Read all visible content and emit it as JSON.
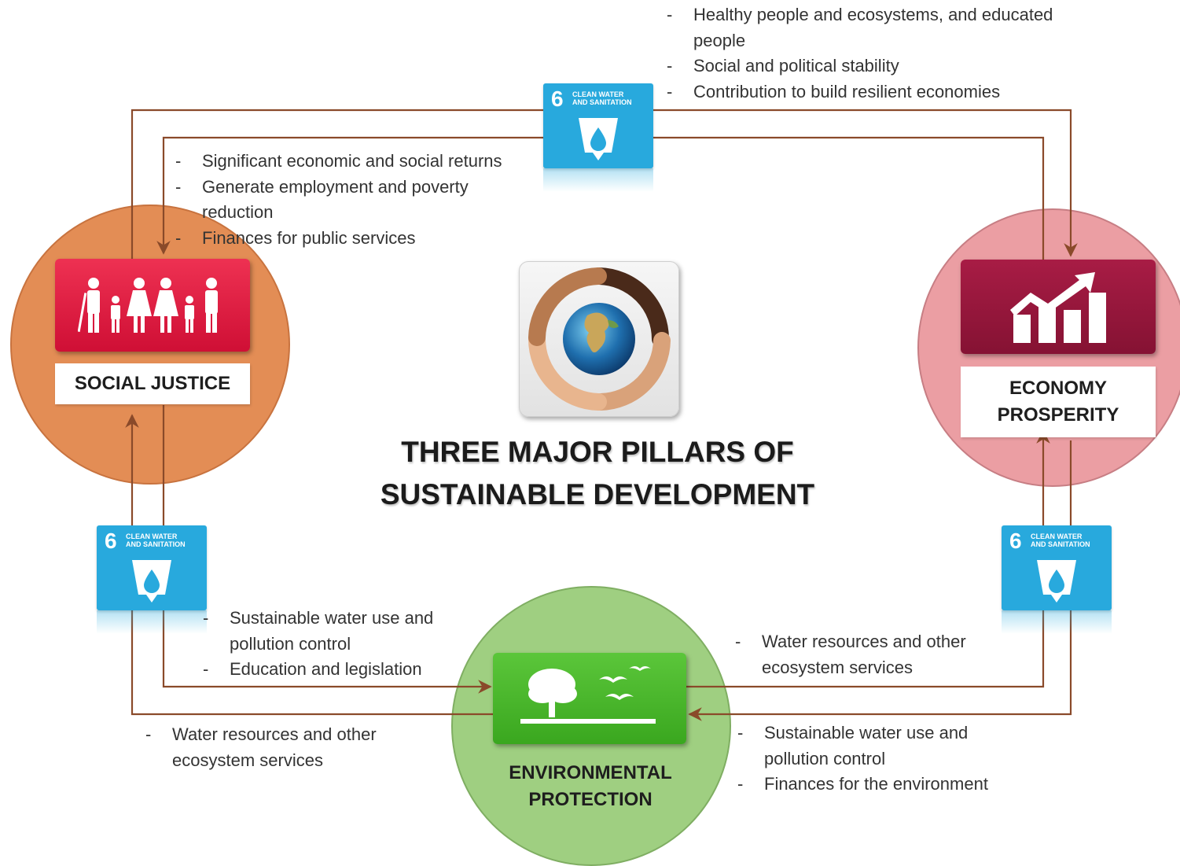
{
  "title": "THREE MAJOR PILLARS OF\nSUSTAINABLE DEVELOPMENT",
  "pillars": {
    "social": {
      "label": "SOCIAL JUSTICE",
      "icon": "family-icon",
      "color": "#e5243b"
    },
    "economy": {
      "label": "ECONOMY\nPROSPERITY",
      "icon": "growth-chart-icon",
      "color": "#a21942"
    },
    "environment": {
      "label": "ENVIRONMENTAL\nPROTECTION",
      "icon": "tree-birds-icon",
      "color": "#4c9f38"
    }
  },
  "sdg_badge": {
    "number": "6",
    "text": "CLEAN WATER\nAND SANITATION",
    "color": "#26bde2"
  },
  "notes": {
    "economy_to_social": [
      "Healthy people and ecosystems, and educated people",
      "Social and political stability",
      "Contribution to build resilient economies"
    ],
    "social_to_economy": [
      "Significant economic and social returns",
      "Generate employment and poverty reduction",
      "Finances for public services"
    ],
    "social_to_environment": [
      "Sustainable water use and pollution control",
      "Education and legislation"
    ],
    "economy_from_environment": [
      "Water resources and other ecosystem services"
    ],
    "environment_to_social": [
      "Water resources and other ecosystem services"
    ],
    "economy_to_environment": [
      "Sustainable water use and pollution control",
      "Finances for the environment"
    ]
  },
  "center_image": "hands-around-globe-icon",
  "arrow_color": "#8a4a2a"
}
